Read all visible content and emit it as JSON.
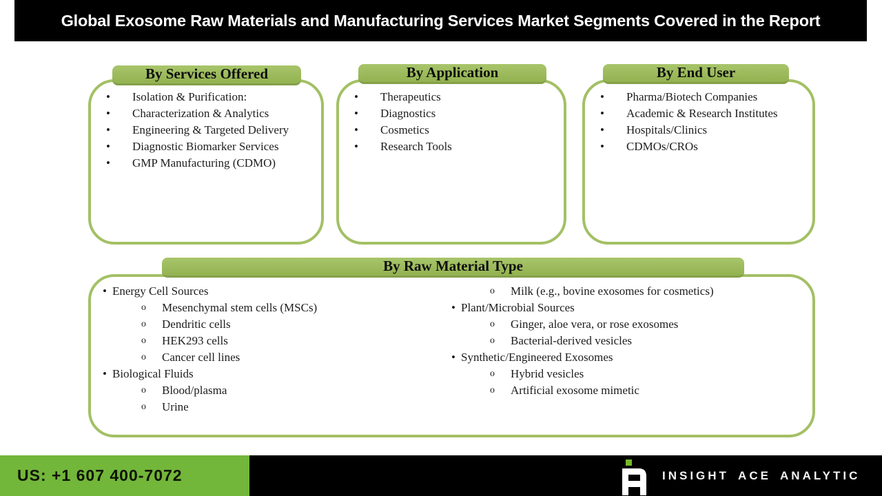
{
  "title": "Global Exosome Raw Materials and Manufacturing Services Market Segments Covered in the Report",
  "glyphs": {
    "bullet": "•",
    "circle": "o"
  },
  "colors": {
    "banner_bg": "#000000",
    "tab_green": "#9bba58",
    "box_border_green": "#a3c065",
    "footer_green": "#72b63a",
    "logo_green": "#76b82a",
    "text_dark": "#1d1d1d"
  },
  "boxes": [
    {
      "header": "By Services Offered",
      "items": [
        "Isolation & Purification:",
        "Characterization & Analytics",
        "Engineering & Targeted Delivery",
        "Diagnostic Biomarker Services",
        "GMP Manufacturing (CDMO)"
      ]
    },
    {
      "header": "By Application",
      "items": [
        "Therapeutics",
        "Diagnostics",
        "Cosmetics",
        "Research Tools"
      ]
    },
    {
      "header": "By End User",
      "items": [
        "Pharma/Biotech Companies",
        "Academic & Research Institutes",
        "Hospitals/Clinics",
        "CDMOs/CROs"
      ]
    }
  ],
  "raw_material": {
    "header": "By Raw Material Type",
    "left_column": [
      {
        "level": 1,
        "text": "Energy Cell Sources"
      },
      {
        "level": 2,
        "text": "Mesenchymal stem cells (MSCs)"
      },
      {
        "level": 2,
        "text": "Dendritic cells"
      },
      {
        "level": 2,
        "text": "HEK293 cells"
      },
      {
        "level": 2,
        "text": "Cancer cell lines"
      },
      {
        "level": 1,
        "text": "Biological Fluids"
      },
      {
        "level": 2,
        "text": "Blood/plasma"
      },
      {
        "level": 2,
        "text": "Urine"
      }
    ],
    "right_column": [
      {
        "level": 2,
        "text": "Milk (e.g., bovine exosomes for cosmetics)"
      },
      {
        "level": 1,
        "text": "Plant/Microbial Sources"
      },
      {
        "level": 2,
        "text": "Ginger, aloe vera, or rose exosomes"
      },
      {
        "level": 2,
        "text": "Bacterial-derived vesicles"
      },
      {
        "level": 1,
        "text": "Synthetic/Engineered Exosomes"
      },
      {
        "level": 2,
        "text": "Hybrid vesicles"
      },
      {
        "level": 2,
        "text": "Artificial exosome mimetic"
      }
    ]
  },
  "footer": {
    "phone_label": "US: +1 607 400-7072",
    "brand_name": "INSIGHT ACE ANALYTIC"
  }
}
